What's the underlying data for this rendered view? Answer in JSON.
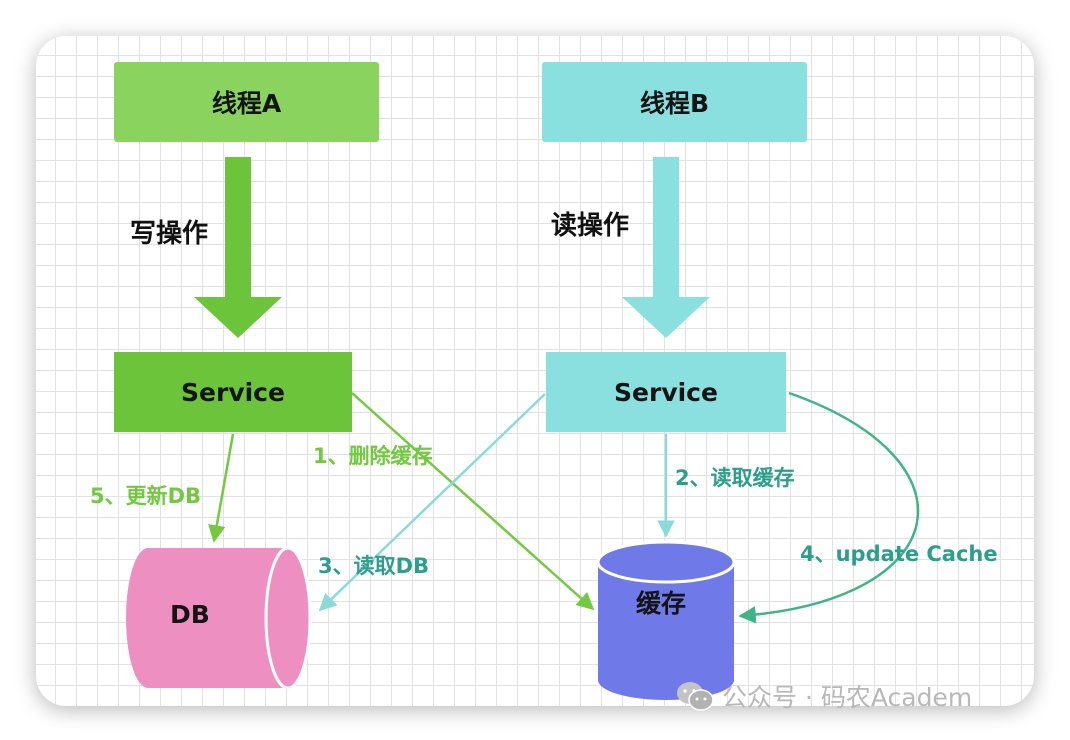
{
  "nodes": {
    "thread_a": "线程A",
    "thread_b": "线程B",
    "service_a": "Service",
    "service_b": "Service",
    "db": "DB",
    "cache": "缓存"
  },
  "labels": {
    "write_op": "写操作",
    "read_op": "读操作",
    "step1": "1、删除缓存",
    "step2": "2、读取缓存",
    "step3": "3、读取DB",
    "step4": "4、update Cache",
    "step5": "5、更新DB"
  },
  "watermark": {
    "text": "公众号 · 码农Academ",
    "icon": "wechat-icon"
  },
  "colors": {
    "green": "#8ad35e",
    "green_dark": "#6cc43a",
    "cyan": "#8adfdf",
    "pink": "#ee8fc2",
    "blue": "#6f7ae8",
    "teal": "#3fb488",
    "label_green": "#72c93f",
    "label_teal": "#2c9e8c"
  }
}
